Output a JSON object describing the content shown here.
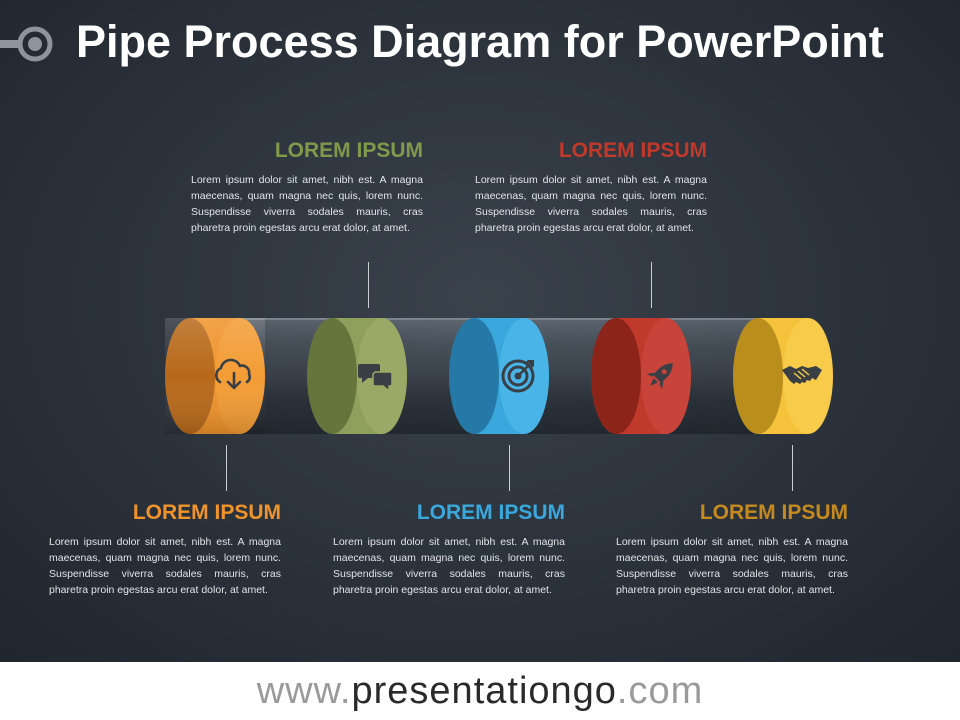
{
  "title": "Pipe Process Diagram for PowerPoint",
  "stages": [
    {
      "heading": "LOREM IPSUM",
      "color": "#f0932b",
      "icon": "cloud-download-icon",
      "body": "Lorem ipsum dolor sit amet, nibh est. A magna maecenas, quam magna nec quis, lorem nunc. Suspendisse viverra sodales mauris, cras pharetra proin egestas arcu erat dolor, at amet."
    },
    {
      "heading": "LOREM IPSUM",
      "color": "#8fa05c",
      "icon": "chat-bubbles-icon",
      "body": "Lorem ipsum dolor sit amet, nibh est. A magna maecenas, quam magna nec quis, lorem nunc. Suspendisse viverra sodales mauris, cras pharetra proin egestas arcu erat dolor, at amet."
    },
    {
      "heading": "LOREM IPSUM",
      "color": "#3aa7dd",
      "icon": "target-icon",
      "body": "Lorem ipsum dolor sit amet, nibh est. A magna maecenas, quam magna nec quis, lorem nunc. Suspendisse viverra sodales mauris, cras pharetra proin egestas arcu erat dolor, at amet."
    },
    {
      "heading": "LOREM IPSUM",
      "color": "#c0392b",
      "icon": "rocket-icon",
      "body": "Lorem ipsum dolor sit amet, nibh est. A magna maecenas, quam magna nec quis, lorem nunc. Suspendisse viverra sodales mauris, cras pharetra proin egestas arcu erat dolor, at amet."
    },
    {
      "heading": "LOREM IPSUM",
      "color": "#f5c33b",
      "icon": "handshake-icon",
      "body": "Lorem ipsum dolor sit amet, nibh est. A magna maecenas, quam magna nec quis, lorem nunc. Suspendisse viverra sodales mauris, cras pharetra proin egestas arcu erat dolor, at amet."
    }
  ],
  "heading_colors": {
    "stage1": "#f0932b",
    "stage2": "#7f9a4b",
    "stage3": "#3aa7dd",
    "stage4": "#c0392b",
    "stage5": "#c48a1e"
  },
  "footer": {
    "prefix": "www.",
    "domain": "presentationgo",
    "suffix": ".com"
  }
}
